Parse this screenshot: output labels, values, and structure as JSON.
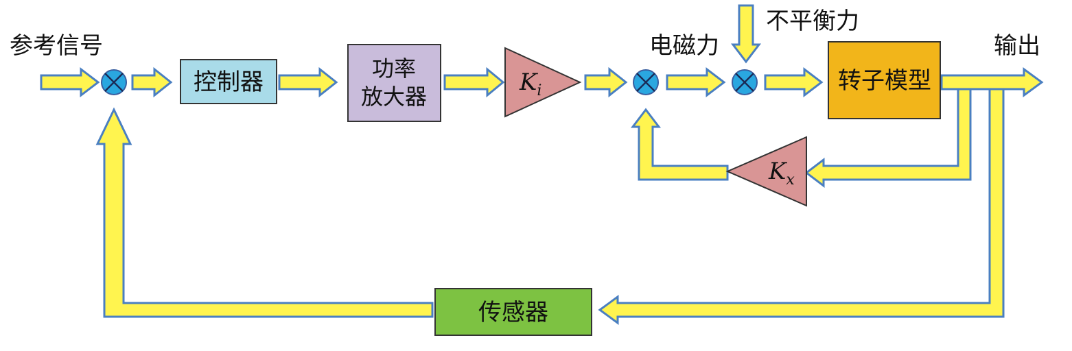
{
  "labels": {
    "reference_signal": "参考信号",
    "electromagnetic_force": "电磁力",
    "unbalanced_force": "不平衡力",
    "output": "输出"
  },
  "blocks": {
    "controller": "控制器",
    "power_amplifier_line1": "功率",
    "power_amplifier_line2": "放大器",
    "rotor_model": "转子模型",
    "sensor": "传感器"
  },
  "gains": {
    "ki_base": "K",
    "ki_sub": "i",
    "kx_base": "K",
    "kx_sub": "x"
  },
  "colors": {
    "arrow_fill": "#fff44f",
    "arrow_stroke": "#4a7fc1",
    "controller": "#a9dbe9",
    "power_amplifier": "#c9bcdb",
    "gain": "#d99595",
    "rotor_model": "#f2b51a",
    "sensor": "#7dc242",
    "summing_junction": "#2aa7e0"
  }
}
